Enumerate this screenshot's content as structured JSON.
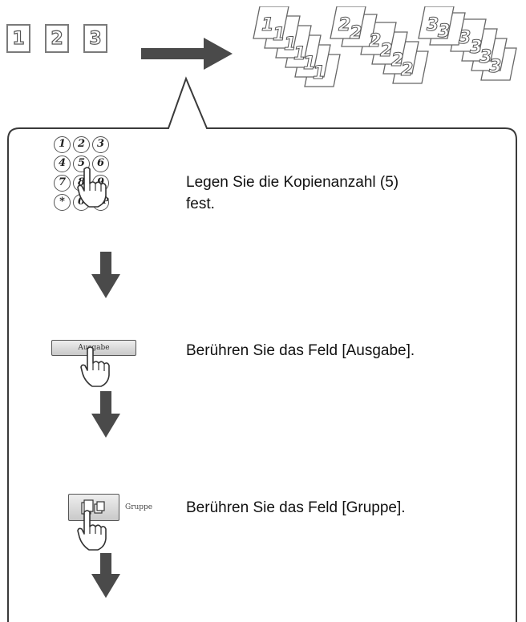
{
  "originals": [
    "1",
    "2",
    "3"
  ],
  "stacks": [
    {
      "number": "1"
    },
    {
      "number": "2"
    },
    {
      "number": "3"
    }
  ],
  "keypad": {
    "keys": [
      "1",
      "2",
      "3",
      "4",
      "5",
      "6",
      "7",
      "8",
      "9",
      "*",
      "0",
      "#/P"
    ]
  },
  "steps": [
    {
      "text_line1": "Legen Sie die Kopienanzahl (5)",
      "text_line2": "fest."
    },
    {
      "text": "Berühren Sie das Feld [Ausgabe].",
      "button_label": "Ausgabe"
    },
    {
      "text": "Berühren Sie das Feld [Gruppe].",
      "button_label": "Gruppe"
    }
  ]
}
